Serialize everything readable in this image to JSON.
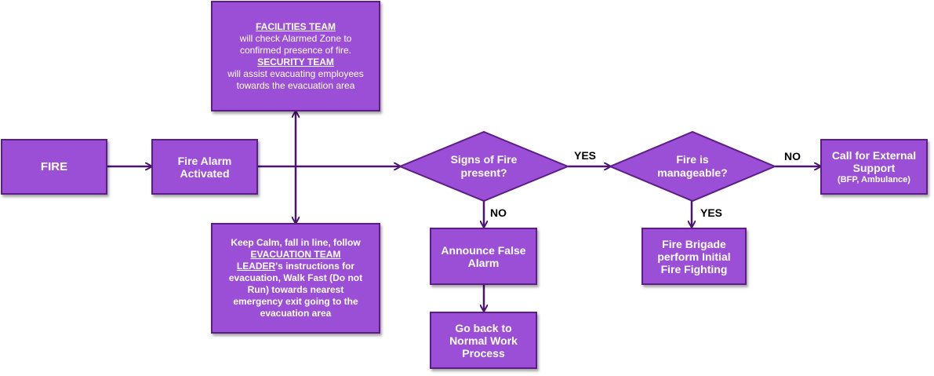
{
  "colors": {
    "box_fill": "#9b4fd6",
    "box_border": "#5c1e86",
    "arrow": "#4a1470",
    "text": "#ffffff",
    "label": "#000000"
  },
  "nodes": {
    "fire": {
      "label": "FIRE"
    },
    "alarm": {
      "line1": "Fire Alarm",
      "line2": "Activated"
    },
    "facilities": {
      "team1": "FACILITIES TEAM",
      "text1a": "will check Alarmed Zone to",
      "text1b": "confirmed presence of fire.",
      "team2": "SECURITY TEAM",
      "text2a": "will assist evacuating employees",
      "text2b": "towards the evacuation area"
    },
    "evacuation": {
      "line1": "Keep Calm, fall in line, follow",
      "team_a": "EVACUATION TEAM",
      "team_b": "LEADER",
      "line3_rest": "'s instructions for",
      "line4": "evacuation, Walk Fast (Do not",
      "line5": "Run) towards nearest",
      "line6": "emergency exit going to the",
      "line7": "evacuation area"
    },
    "signs": {
      "line1": "Signs of Fire",
      "line2": "present?"
    },
    "announce": {
      "line1": "Announce False",
      "line2": "Alarm"
    },
    "goback": {
      "line1": "Go back to",
      "line2": "Normal Work",
      "line3": "Process"
    },
    "manageable": {
      "line1": "Fire is",
      "line2": "manageable?"
    },
    "brigade": {
      "line1": "Fire Brigade",
      "line2": "perform Initial",
      "line3": "Fire Fighting"
    },
    "external": {
      "line1": "Call for External",
      "line2": "Support",
      "line3": "(BFP, Ambulance)"
    }
  },
  "edge_labels": {
    "yes_signs": "YES",
    "no_signs": "NO",
    "no_manageable": "NO",
    "yes_manageable": "YES"
  }
}
